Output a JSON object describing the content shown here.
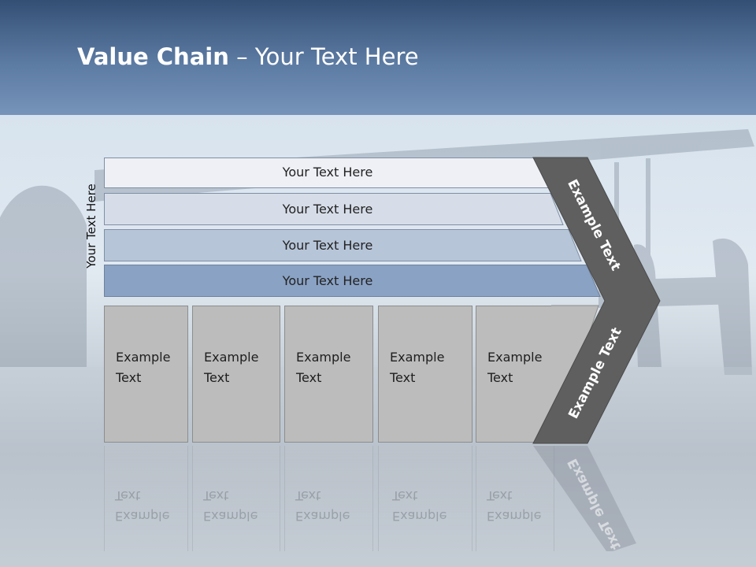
{
  "title": {
    "bold": "Value Chain",
    "rest": " – Your Text Here"
  },
  "side_label": "Your Text Here",
  "bands": [
    {
      "label": "Your Text Here",
      "color": "#eef0f5"
    },
    {
      "label": "Your Text Here",
      "color": "#d6dde8"
    },
    {
      "label": "Your Text Here",
      "color": "#b7c5d9"
    },
    {
      "label": "Your Text Here",
      "color": "#8aa2c4"
    }
  ],
  "boxes": [
    {
      "line1": "Example",
      "line2": "Text"
    },
    {
      "line1": "Example",
      "line2": "Text"
    },
    {
      "line1": "Example",
      "line2": "Text"
    },
    {
      "line1": "Example",
      "line2": "Text"
    },
    {
      "line1": "Example",
      "line2": "Text"
    }
  ],
  "chevron": {
    "top_label": "Example Text",
    "bottom_label": "Example Text",
    "color": "#5f5f5f"
  }
}
